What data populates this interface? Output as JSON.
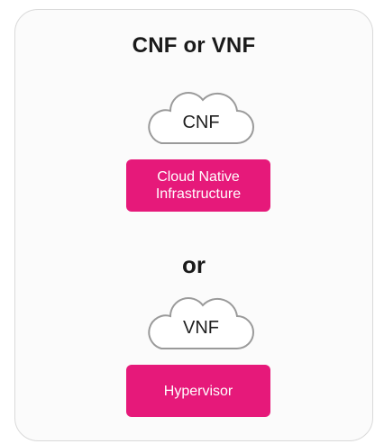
{
  "title": "CNF or VNF",
  "top_group": {
    "cloud_label": "CNF",
    "cloud_icon": "cloud-icon",
    "box_label": "Cloud Native\nInfrastructure"
  },
  "separator": "or",
  "bottom_group": {
    "cloud_label": "VNF",
    "cloud_icon": "cloud-icon",
    "box_label": "Hypervisor"
  },
  "colors": {
    "accent": "#e6197a",
    "border": "#d9d9d9",
    "cloud_stroke": "#9a9a9a"
  }
}
